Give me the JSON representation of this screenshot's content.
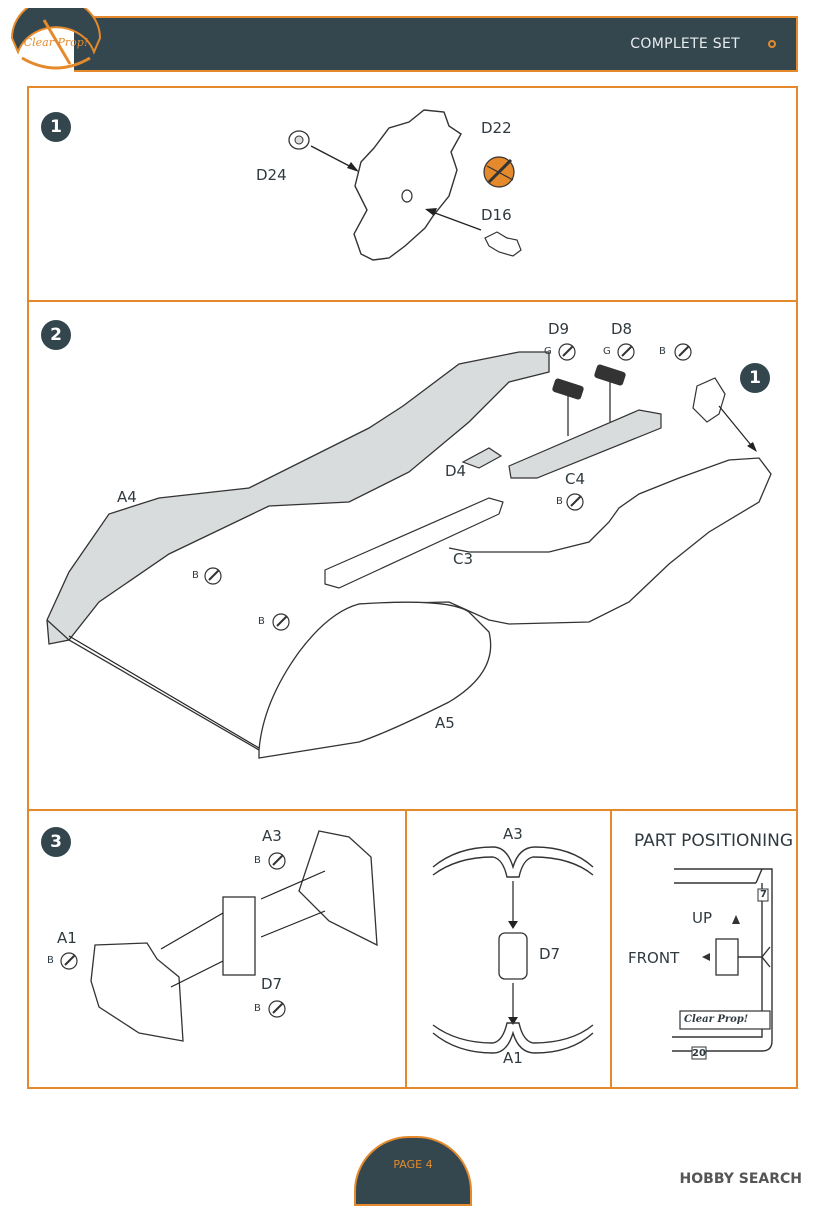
{
  "header": {
    "title": "COMPLETE SET",
    "brand_colors": {
      "accent": "#e58a2c",
      "dark": "#34474f"
    }
  },
  "logo": {
    "text": "Clear Prop!"
  },
  "steps": {
    "s1": {
      "number": "1",
      "parts": {
        "d24": "D24",
        "d22": "D22",
        "d16": "D16"
      }
    },
    "s2": {
      "number": "2",
      "ref_step": "1",
      "parts": {
        "d9": "D9",
        "d8": "D8",
        "a4": "A4",
        "d4": "D4",
        "c4": "C4",
        "c3": "C3",
        "a5": "A5"
      },
      "glue": {
        "g": "G",
        "b": "B"
      }
    },
    "s3": {
      "number": "3",
      "parts": {
        "a3": "A3",
        "a1": "A1",
        "d7": "D7"
      },
      "glue": {
        "b": "B"
      }
    }
  },
  "detail": {
    "a3": "A3",
    "d7": "D7",
    "a1": "A1"
  },
  "positioning": {
    "title": "PART POSITIONING",
    "up": "UP",
    "front": "FRONT",
    "sprue_num_top": "7",
    "sprue_num_bottom": "20",
    "brand": "Clear Prop!"
  },
  "footer": {
    "page": "PAGE 4",
    "watermark": "HOBBY SEARCH"
  }
}
